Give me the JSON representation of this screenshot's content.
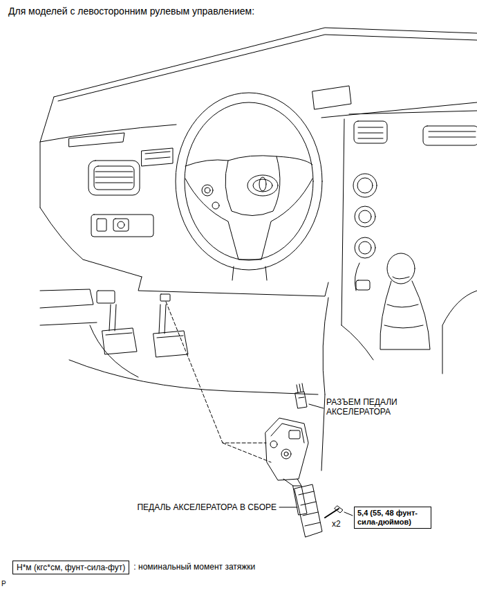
{
  "diagram": {
    "title": "Для моделей с левосторонним рулевым управлением:",
    "nodes": [
      {
        "text": [
          "5,4 (55, 48 фунт- сила-дюймов)"
        ]
      },
      {
        "text": [
          "Н*м (кгс*см, фунт-сила-фут)"
        ]
      }
    ],
    "labels": [
      "РАЗЪЕМ ПЕДАЛИ АКСЕЛЕРАТОРА",
      "ПЕДАЛЬ АКСЕЛЕРАТОРА В СБОРЕ",
      "x2",
      ": номинальный момент затяжки",
      "P"
    ]
  }
}
